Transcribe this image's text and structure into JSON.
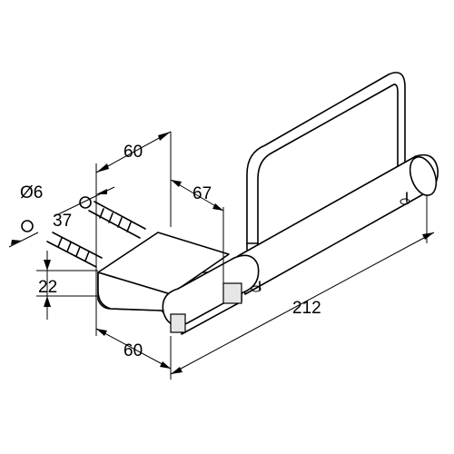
{
  "dimensions": {
    "width_top": "60",
    "depth_top": "67",
    "diameter": "Ø6",
    "anchor_offset": "37",
    "height": "22",
    "width_bottom": "60",
    "total_length": "212"
  }
}
